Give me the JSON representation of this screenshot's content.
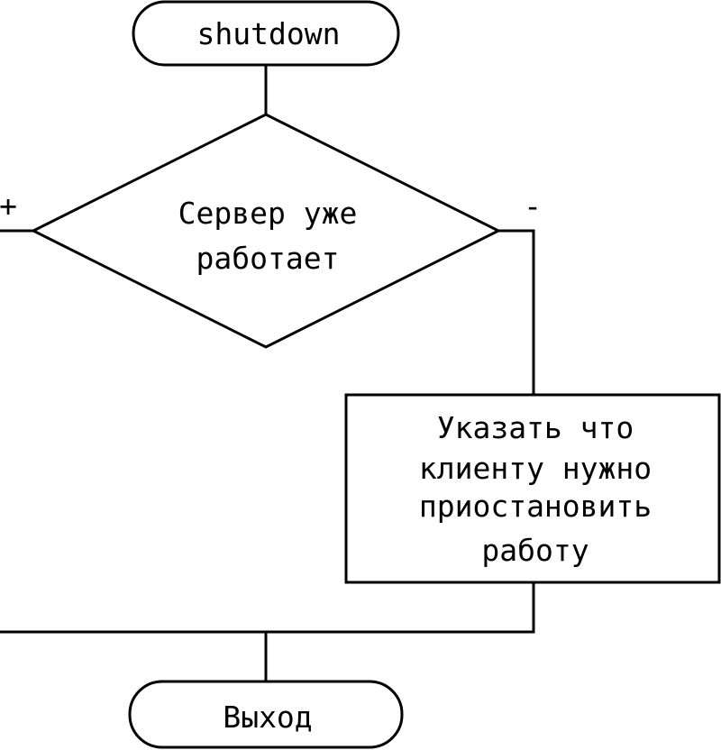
{
  "start": {
    "label": "shutdown"
  },
  "decision": {
    "line1": "Сервер уже",
    "line2": "работает"
  },
  "branches": {
    "yes": "+",
    "no": "-"
  },
  "process": {
    "line1": "Указать что",
    "line2": "клиенту нужно",
    "line3": "приостановить",
    "line4": "работу"
  },
  "end": {
    "label": "Выход"
  }
}
